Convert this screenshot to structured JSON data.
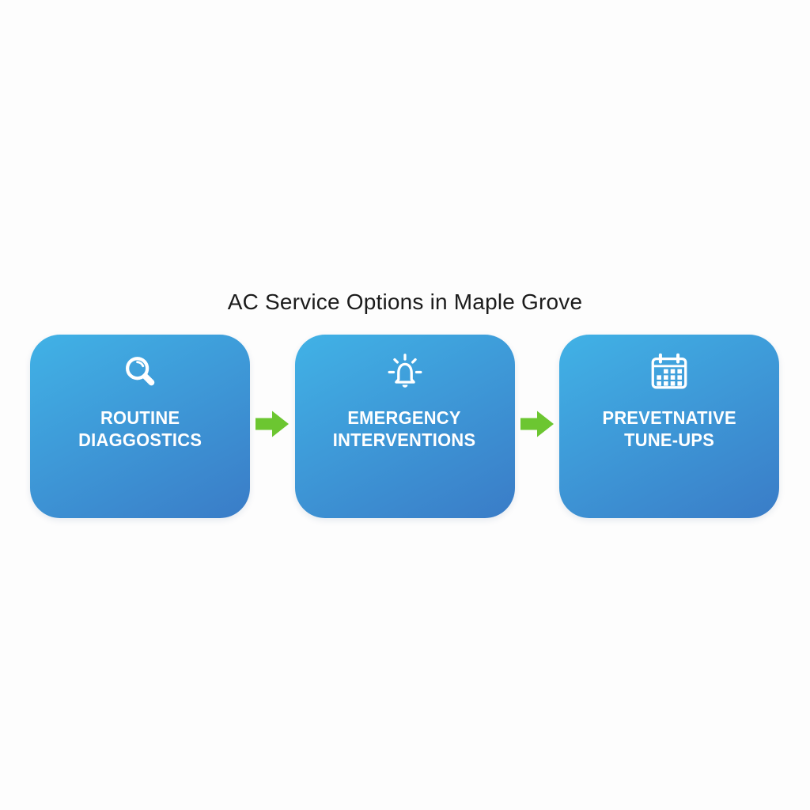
{
  "title": "AC Service Options in Maple Grove",
  "steps": [
    {
      "icon": "magnifier-icon",
      "line1": "ROUTINE",
      "line2": "DIAGGOSTICS"
    },
    {
      "icon": "bell-alert-icon",
      "line1": "EMERGENCY",
      "line2": "INTERVENTIONS"
    },
    {
      "icon": "calendar-icon",
      "line1": "PREVETNATIVE",
      "line2": "TUNE-UPS"
    }
  ],
  "connectors": [
    {
      "icon": "arrow-right-icon"
    },
    {
      "icon": "arrow-right-icon"
    }
  ],
  "colors": {
    "background": "#fdfdfd",
    "title_text": "#1b1b1b",
    "card_gradient_top": "#41b2e6",
    "card_gradient_bottom": "#3a7cc7",
    "arrow_green": "#6cc631",
    "icon_white": "#ffffff"
  }
}
